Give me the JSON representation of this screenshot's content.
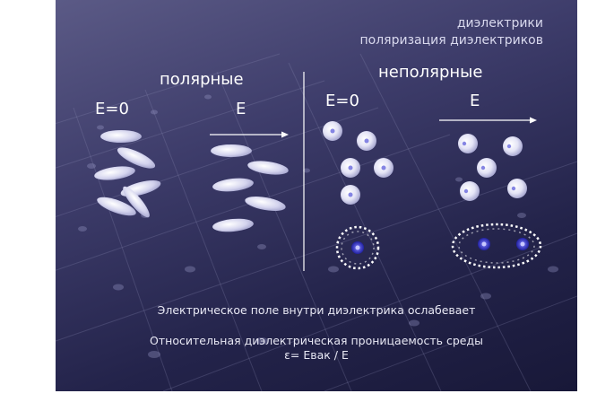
{
  "slide": {
    "header_line1": "диэлектрики",
    "header_line2": "поляризация диэлектриков",
    "polar_title": "полярные",
    "nonpolar_title": "неполярные",
    "polar_e0": "E=0",
    "polar_e": "E",
    "nonpolar_e0": "E=0",
    "nonpolar_e": "E",
    "caption1": "Электрическое поле внутри диэлектрика ослабевает",
    "caption2": "Относительная диэлектрическая проницаемость среды",
    "caption3": "ε= Eвак / E"
  },
  "colors": {
    "background": "#34345e",
    "molecule": "#d8d8f0",
    "nucleus": "#3b3bd6",
    "arrow": "#ffffff"
  }
}
